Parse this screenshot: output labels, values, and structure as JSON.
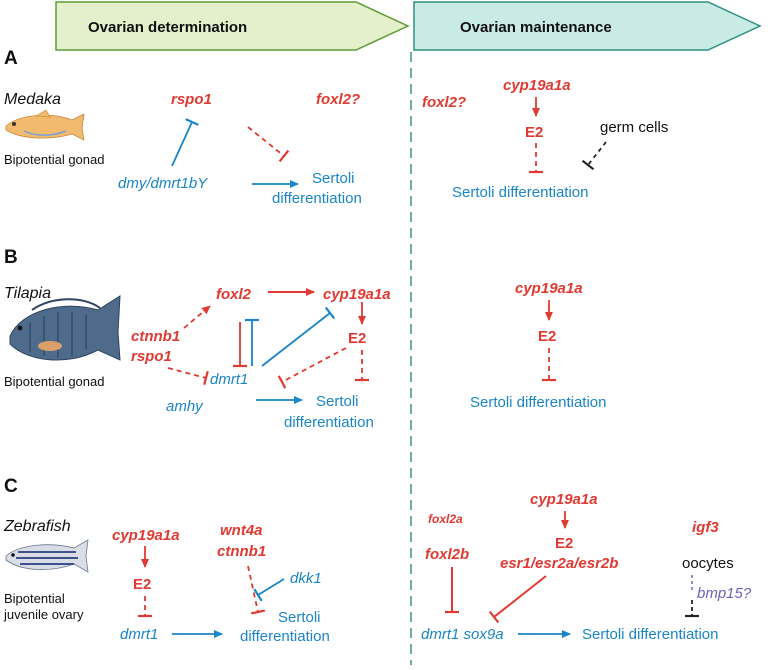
{
  "headers": {
    "determination": "Ovarian determination",
    "maintenance": "Ovarian maintenance"
  },
  "panels": {
    "a": {
      "letter": "A",
      "species": "Medaka",
      "gonad": "Bipotential gonad",
      "rspo1": "rspo1",
      "foxl2q_left": "foxl2?",
      "dmy": "dmy/dmrt1bY",
      "sertoli_left_1": "Sertoli",
      "sertoli_left_2": "differentiation",
      "foxl2q_right": "foxl2?",
      "cyp19a1a": "cyp19a1a",
      "e2": "E2",
      "germ_cells": "germ cells",
      "sertoli_right": "Sertoli differentiation"
    },
    "b": {
      "letter": "B",
      "species": "Tilapia",
      "gonad": "Bipotential gonad",
      "foxl2": "foxl2",
      "cyp19a1a_left": "cyp19a1a",
      "ctnnb1": "ctnnb1",
      "rspo1": "rspo1",
      "e2_left": "E2",
      "dmrt1": "dmrt1",
      "amhy": "amhy",
      "sertoli_left_1": "Sertoli",
      "sertoli_left_2": "differentiation",
      "cyp19a1a_right": "cyp19a1a",
      "e2_right": "E2",
      "sertoli_right": "Sertoli differentiation"
    },
    "c": {
      "letter": "C",
      "species": "Zebrafish",
      "gonad_1": "Bipotential",
      "gonad_2": "juvenile ovary",
      "cyp19a1a_left": "cyp19a1a",
      "e2_left": "E2",
      "dmrt1_left": "dmrt1",
      "wnt4a": "wnt4a",
      "ctnnb1": "ctnnb1",
      "dkk1": "dkk1",
      "sertoli_left_1": "Sertoli",
      "sertoli_left_2": "differentiation",
      "foxl2a": "foxl2a",
      "foxl2b": "foxl2b",
      "cyp19a1a_right": "cyp19a1a",
      "e2_right": "E2",
      "esr": "esr1/esr2a/esr2b",
      "igf3": "igf3",
      "oocytes": "oocytes",
      "bmp15": "bmp15?",
      "dmrt1_sox9a": "dmrt1 sox9a",
      "sertoli_right": "Sertoli differentiation"
    }
  },
  "colors": {
    "red": "#e03a32",
    "blue": "#1a85c8",
    "purple": "#6b63b5",
    "header_left_fill": "#e4f0cb",
    "header_left_stroke": "#5e9a38",
    "header_right_fill": "#c9ebe5",
    "header_right_stroke": "#2f8f82"
  }
}
